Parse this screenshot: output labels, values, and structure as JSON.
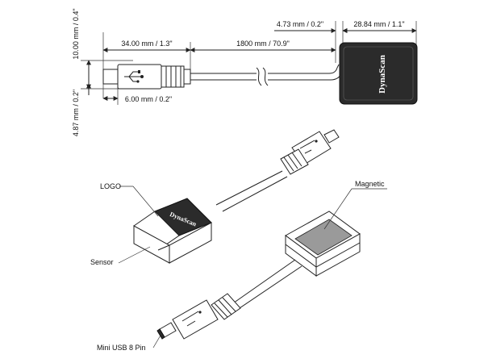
{
  "dimensions": {
    "left_length": "34.00 mm / 1.3\"",
    "cable_length": "1800 mm / 70.9\"",
    "gap_length": "4.73 mm / 0.2\"",
    "sensor_width": "28.84 mm / 1.1\"",
    "connector_height": "10.00 mm / 0.4\"",
    "plug_height": "4.87 mm / 0.2\"",
    "plug_depth": "6.00 mm / 0.2\""
  },
  "callouts": {
    "logo": "LOGO",
    "magnetic": "Magnetic",
    "sensor": "Sensor",
    "mini_usb": "Mini USB 8 Pin"
  },
  "brand": {
    "logo_text": "DynaScan"
  },
  "colors": {
    "line": "#222222",
    "background": "#ffffff",
    "sensor_face": "#2b2b2b"
  }
}
